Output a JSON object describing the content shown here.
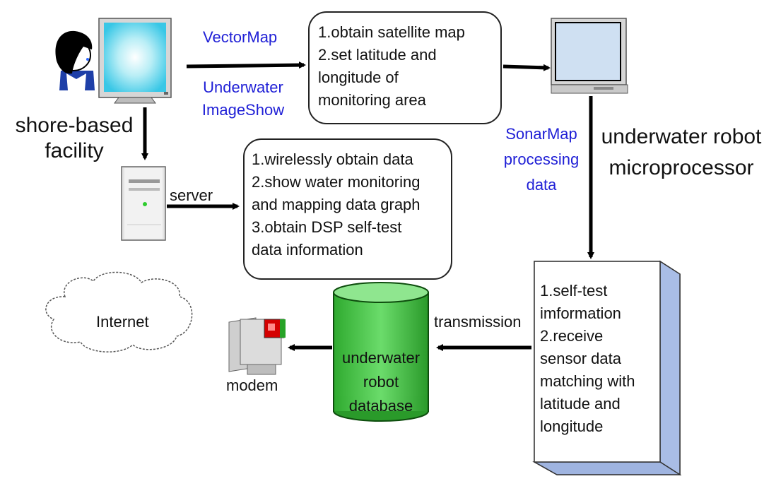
{
  "colors": {
    "label_blue": "#1f1fd6",
    "db_green": "#3cc23c",
    "box_blue": "#c8d6f0"
  },
  "icons": [
    "person-icon",
    "monitor-icon",
    "server-icon",
    "cloud-icon",
    "modem-icon",
    "database-icon",
    "document-stack-icon"
  ],
  "labels": {
    "shore_facility": [
      "shore-based",
      "facility"
    ],
    "vectormap": "VectorMap",
    "imageshow": [
      "Underwater",
      "ImageShow"
    ],
    "sonarmap": [
      "SonarMap",
      "processing",
      "data"
    ],
    "robot_micro": [
      "underwater robot",
      "microprocessor"
    ],
    "server": "server",
    "transmission": "transmission",
    "internet": "Internet",
    "modem": "modem",
    "database": [
      "underwater",
      "robot",
      "database"
    ]
  },
  "boxes": {
    "satellite": [
      "1.obtain satellite map",
      "2.set latitude and",
      "longitude   of",
      "monitoring  area"
    ],
    "server_tasks": [
      "1.wirelessly obtain data",
      "2.show water monitoring",
      "and mapping data graph",
      "3.obtain DSP self-test",
      "data information"
    ],
    "robot_tasks": [
      "1.self-test",
      "imformation",
      "2.receive",
      "sensor data",
      "matching with",
      "latitude and",
      "longitude"
    ]
  }
}
